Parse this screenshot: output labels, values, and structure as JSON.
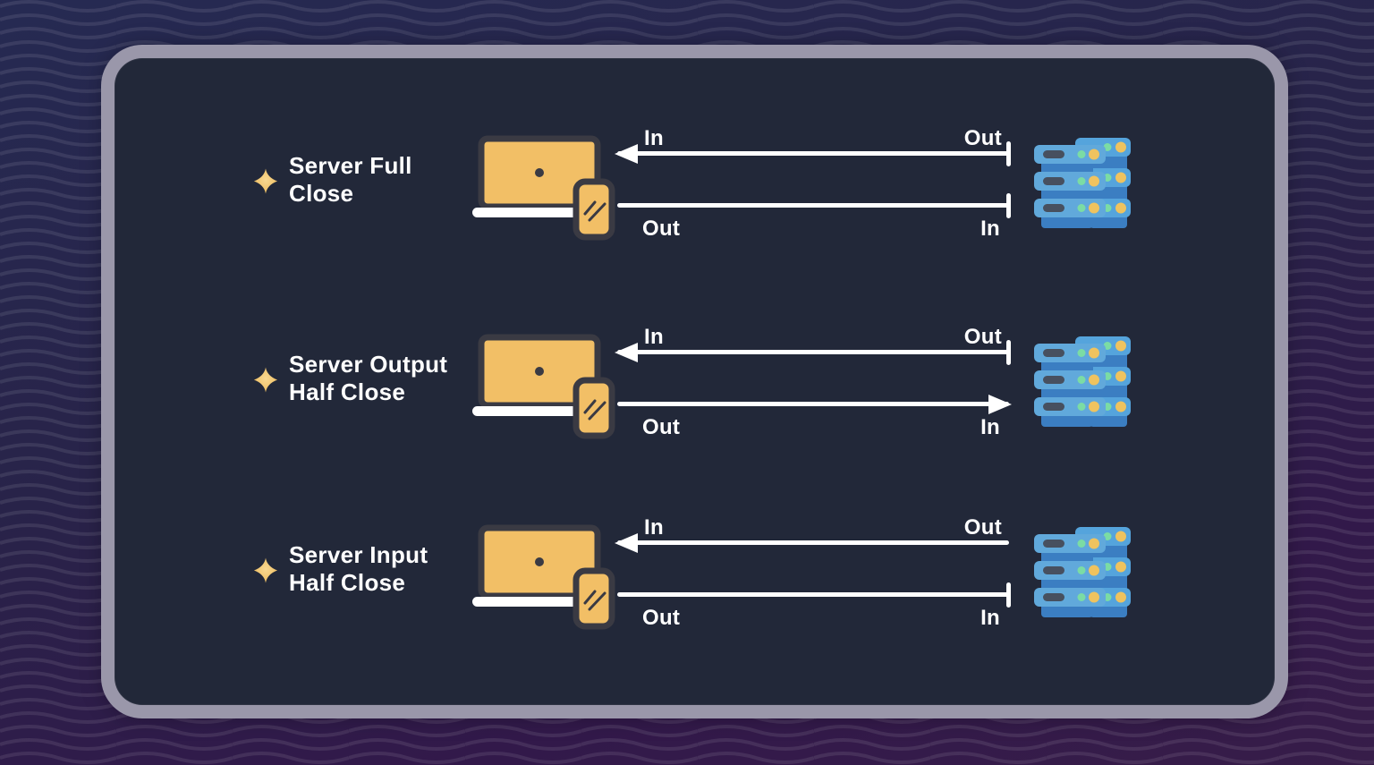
{
  "colors": {
    "background_navy": "#262a52",
    "background_purple": "#371d49",
    "panel_background": "#222839",
    "panel_border": "#bcb7cb",
    "arrow_white": "#ffffff",
    "accent_orange": "#f2bf66",
    "icon_outline_dark": "#3a3a43",
    "server_blue_light": "#61a9db",
    "server_blue_back": "#55a4dc",
    "server_blue_dark": "#3b7ec2",
    "server_slot_grey": "#47505f",
    "server_dot_green": "#7bdca4",
    "server_dot_yellow": "#efc35f"
  },
  "rows": [
    {
      "id": "server-full-close",
      "title_line1": "Server Full",
      "title_line2": "Close",
      "arrows": {
        "top": {
          "left_label": "In",
          "right_label": "Out",
          "left_cap": "arrow",
          "right_cap": "tbar"
        },
        "bottom": {
          "left_label": "Out",
          "right_label": "In",
          "left_cap": "none",
          "right_cap": "tbar"
        }
      }
    },
    {
      "id": "server-output-half-close",
      "title_line1": "Server Output",
      "title_line2": "Half Close",
      "arrows": {
        "top": {
          "left_label": "In",
          "right_label": "Out",
          "left_cap": "arrow",
          "right_cap": "tbar"
        },
        "bottom": {
          "left_label": "Out",
          "right_label": "In",
          "left_cap": "none",
          "right_cap": "arrow"
        }
      }
    },
    {
      "id": "server-input-half-close",
      "title_line1": "Server Input",
      "title_line2": "Half Close",
      "arrows": {
        "top": {
          "left_label": "In",
          "right_label": "Out",
          "left_cap": "arrow",
          "right_cap": "none"
        },
        "bottom": {
          "left_label": "Out",
          "right_label": "In",
          "left_cap": "none",
          "right_cap": "tbar"
        }
      }
    }
  ]
}
